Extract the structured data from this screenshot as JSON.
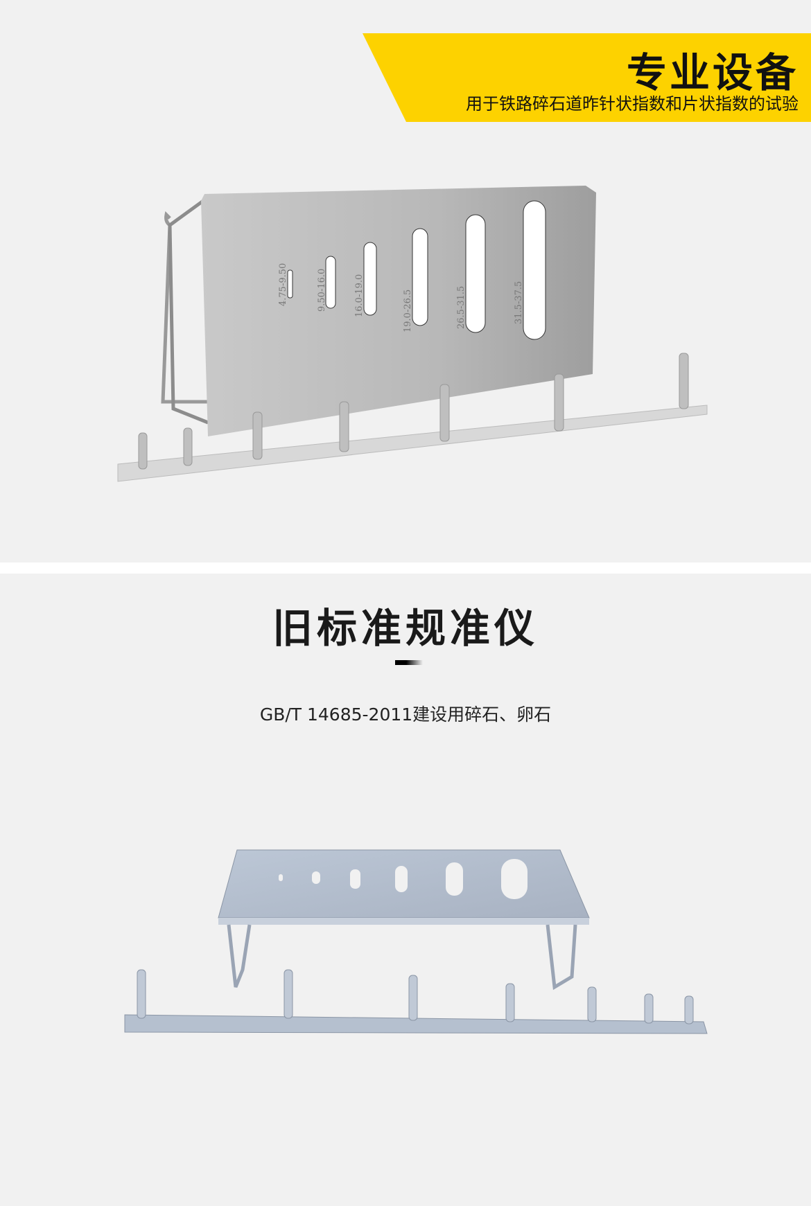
{
  "banner": {
    "title": "专业设备",
    "subtitle": "用于铁路碎石道昨针状指数和片状指数的试验",
    "color": "#fdd200"
  },
  "product_new": {
    "slot_labels": [
      "4.75-9.50",
      "9.50-16.0",
      "16.0-19.0",
      "19.0-26.5",
      "26.5-31.5",
      "31.5-37.5"
    ]
  },
  "section2": {
    "title": "旧标准规准仪",
    "subtitle": "GB/T 14685-2011建设用碎石、卵石"
  }
}
